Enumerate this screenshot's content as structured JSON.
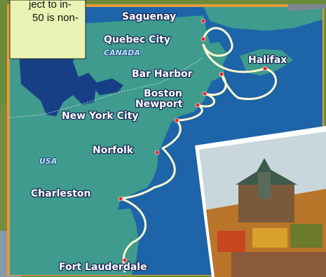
{
  "map": {
    "ports": [
      {
        "name": "Saguenay"
      },
      {
        "name": "Quebec City"
      },
      {
        "name": "Halifax"
      },
      {
        "name": "Bar Harbor"
      },
      {
        "name": "Boston"
      },
      {
        "name": "Newport"
      },
      {
        "name": "New York City"
      },
      {
        "name": "Norfolk"
      },
      {
        "name": "Charleston"
      },
      {
        "name": "Fort Lauderdale"
      }
    ],
    "countries": [
      {
        "name": "CANADA"
      },
      {
        "name": "USA"
      }
    ]
  },
  "note": {
    "line1": "ject to in-",
    "line2": "50 is non-"
  },
  "colors": {
    "ocean": "#1d64a8",
    "land": "#3e9b8d",
    "route": "#fffbd0",
    "port_marker": "#e8262c",
    "frame": "#e69a3c",
    "note_bg": "#e9f3b3"
  }
}
